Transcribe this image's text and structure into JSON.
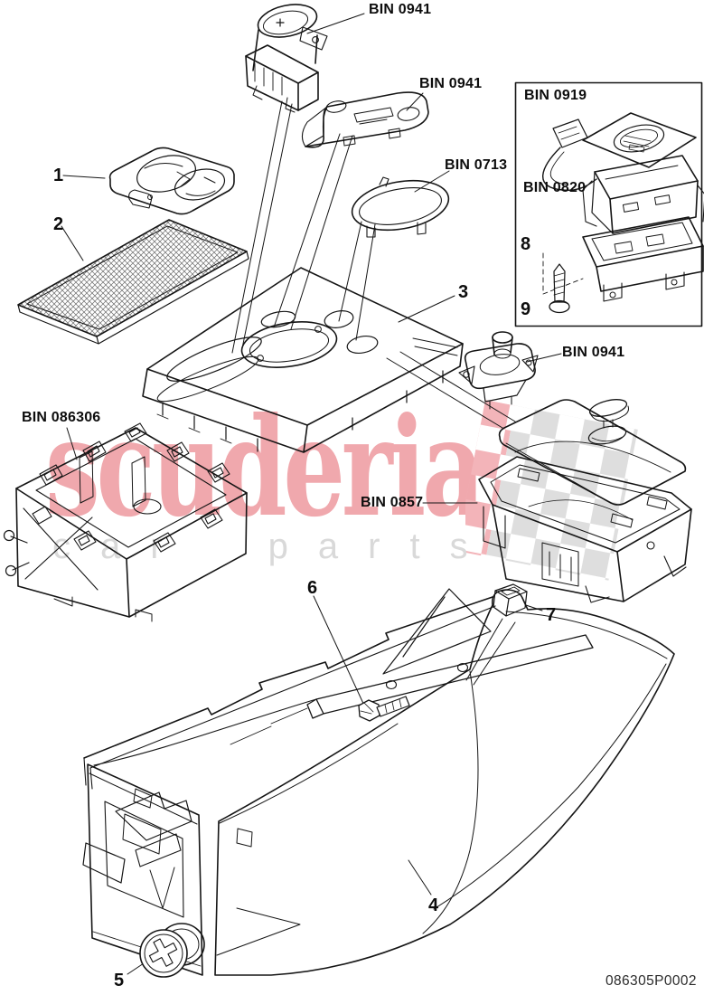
{
  "diagram": {
    "drawing_code": "086305P0002",
    "callouts": {
      "bin0941_top": "BIN 0941",
      "bin0941_switchbank": "BIN 0941",
      "bin0713": "BIN 0713",
      "bin0919": "BIN 0919",
      "bin0820": "BIN 0820",
      "bin0941_joystick": "BIN 0941",
      "bin086306": "BIN 086306",
      "bin0857": "BIN 0857",
      "item1": "1",
      "item2": "2",
      "item3": "3",
      "item4": "4",
      "item5": "5",
      "item6": "6",
      "item7": "7",
      "item8": "8",
      "item9": "9"
    },
    "watermark": {
      "brand": "scuderia",
      "tagline": "car parts",
      "brand_color": "#f0a8ad",
      "tagline_color": "#d9d9d9",
      "flag_gray": "#dedede",
      "flag_pink": "#f3b4b9"
    }
  }
}
